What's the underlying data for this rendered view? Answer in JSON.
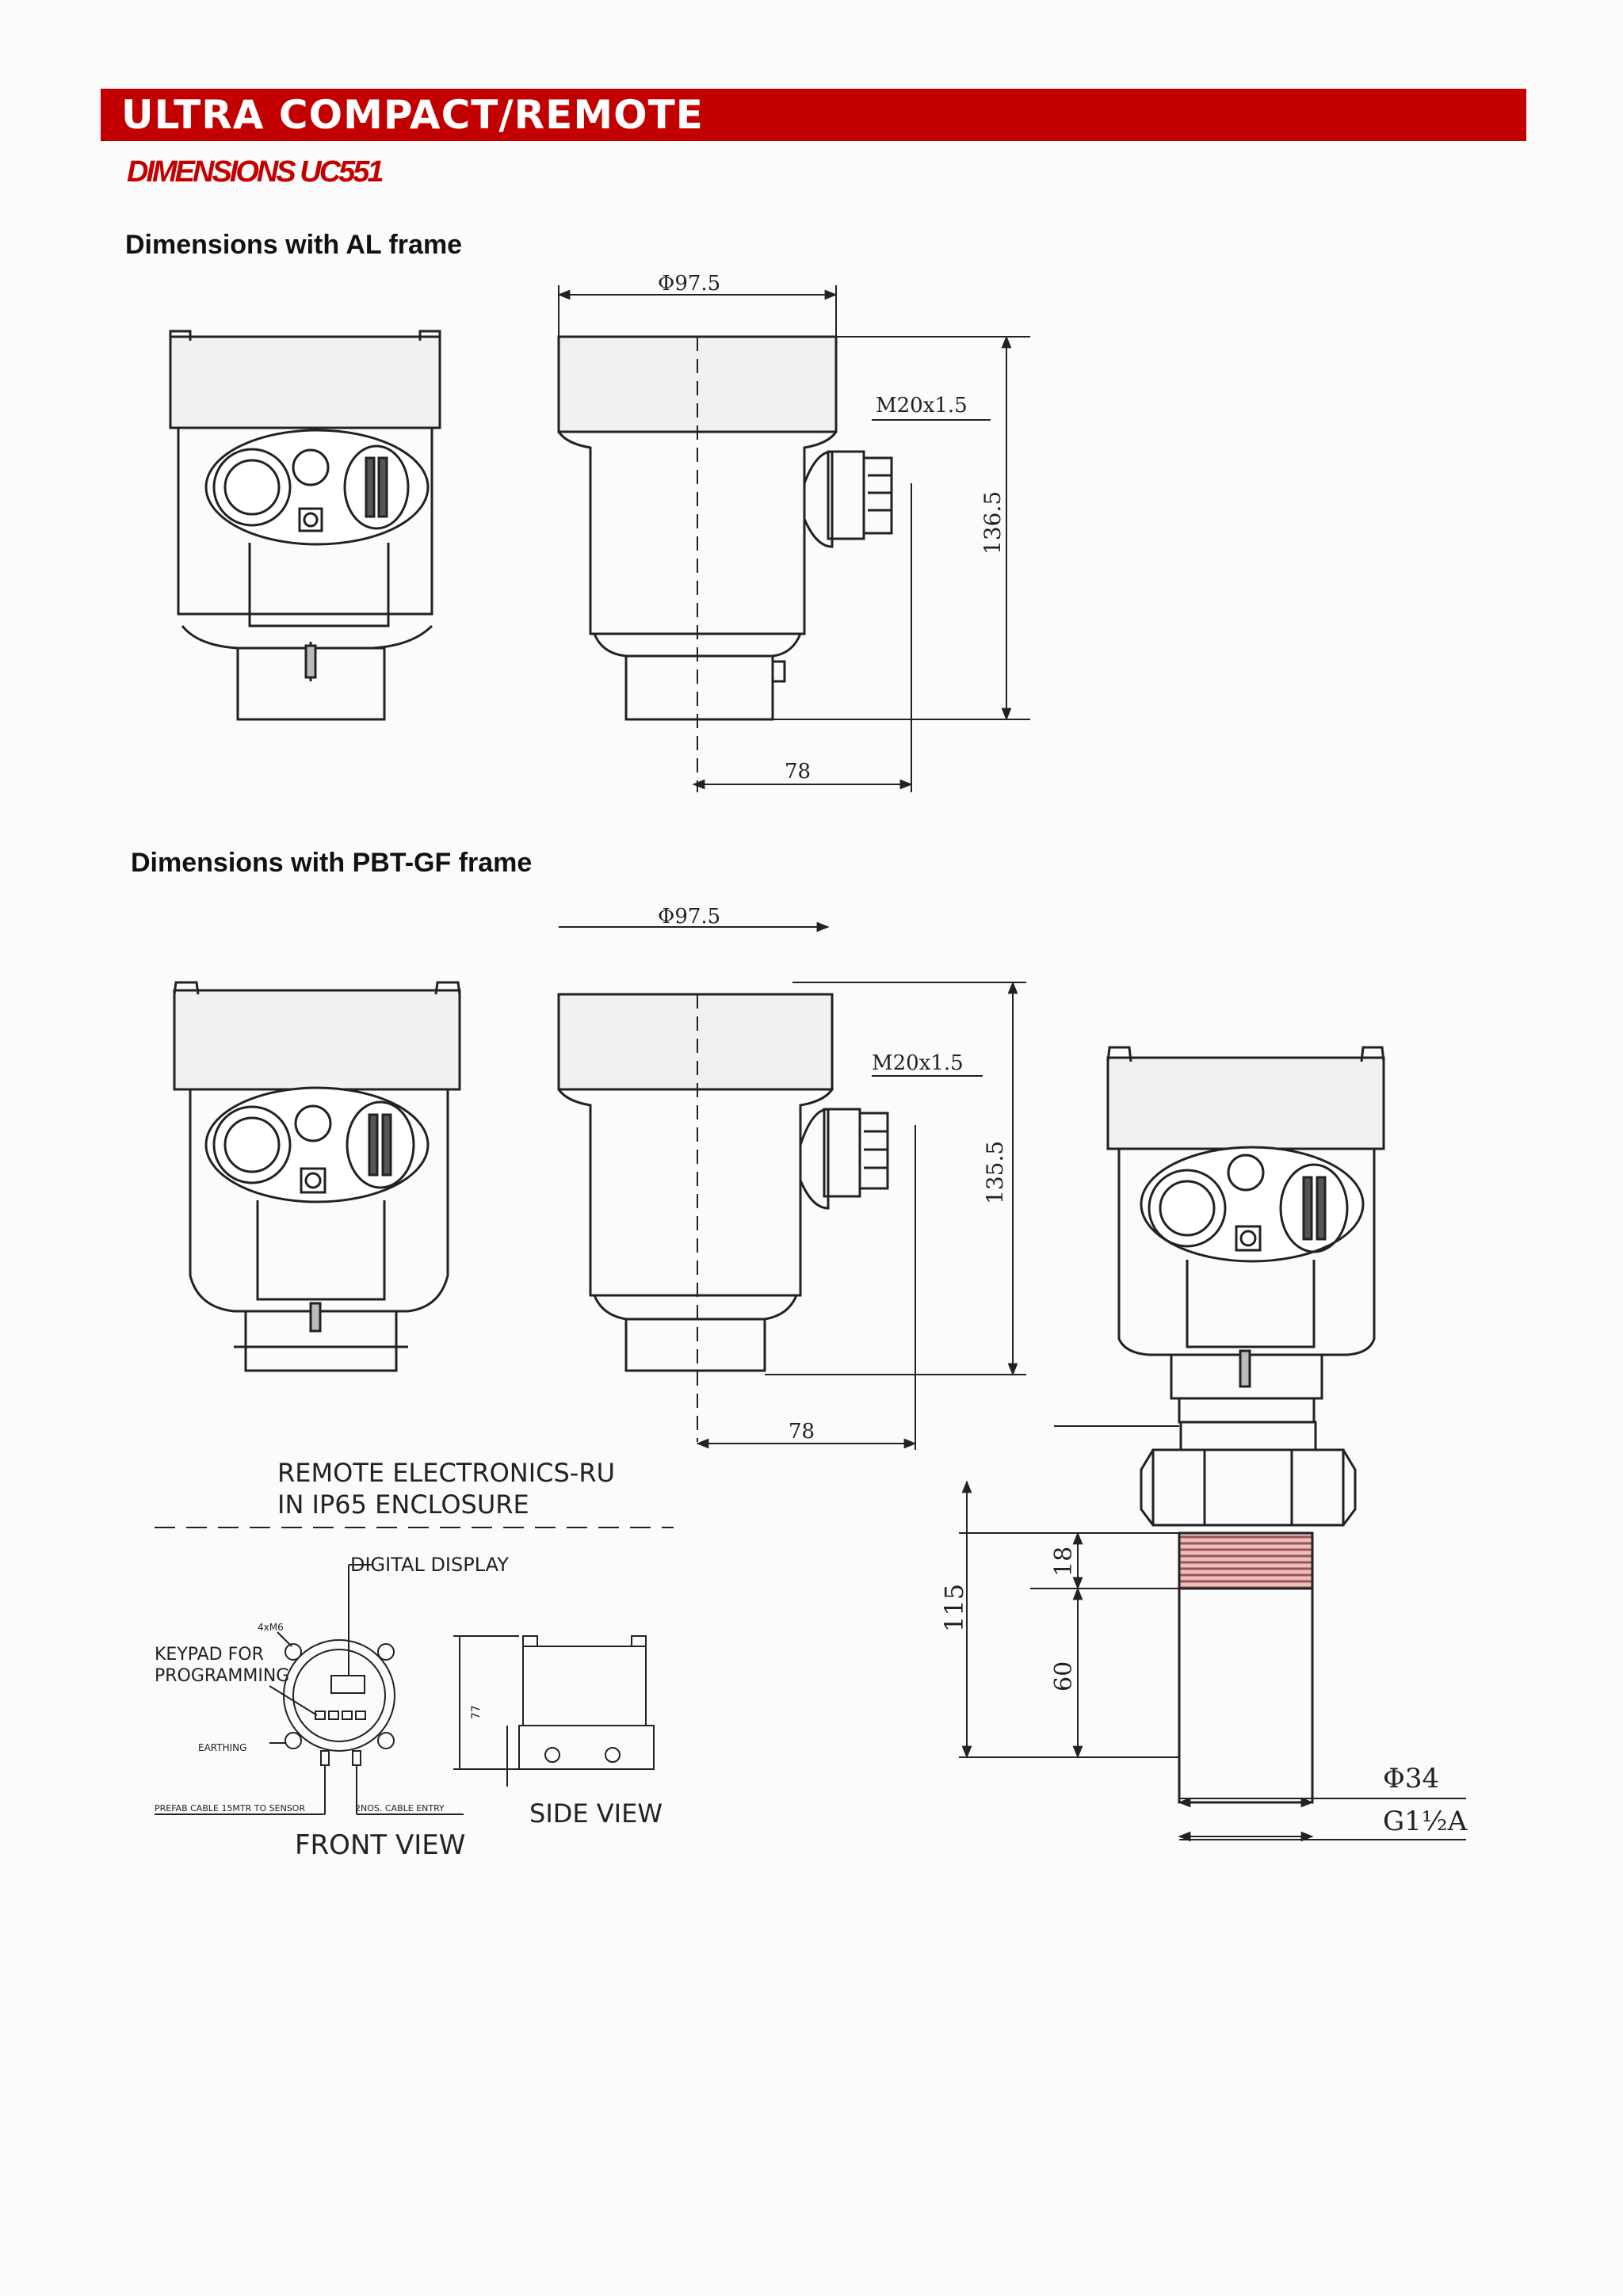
{
  "header": {
    "title": "ULTRA COMPACT/REMOTE",
    "subtitle": "DIMENSIONS UC551"
  },
  "sections": {
    "al_frame": "Dimensions with  AL  frame",
    "pbt_frame": "Dimensions with  PBT-GF frame"
  },
  "dimensions": {
    "al_diameter": "Φ97.5",
    "al_thread": "M20x1.5",
    "al_height": "136.5",
    "al_depth": "78",
    "pbt_diameter": "Φ97.5",
    "pbt_thread": "M20x1.5",
    "pbt_height": "135.5",
    "pbt_depth": "78",
    "sensor_total": "115",
    "sensor_thread_len": "18",
    "sensor_body_len": "60",
    "sensor_diameter": "Φ34",
    "sensor_thread": "G1½A"
  },
  "remote": {
    "title_line1": "REMOTE  ELECTRONICS-RU",
    "title_line2": "IN  IP65  ENCLOSURE",
    "digital_display": "DIGITAL  DISPLAY",
    "keypad_line1": "KEYPAD  FOR",
    "keypad_line2": "PROGRAMMING",
    "mount_hole": "4xM6",
    "earthing": "EARTHING",
    "prefab_cable": "PREFAB CABLE 15MTR TO SENSOR",
    "cable_entry": "2NOS. CABLE ENTRY",
    "front_view": "FRONT  VIEW",
    "side_view": "SIDE  VIEW",
    "side_height": "77"
  }
}
